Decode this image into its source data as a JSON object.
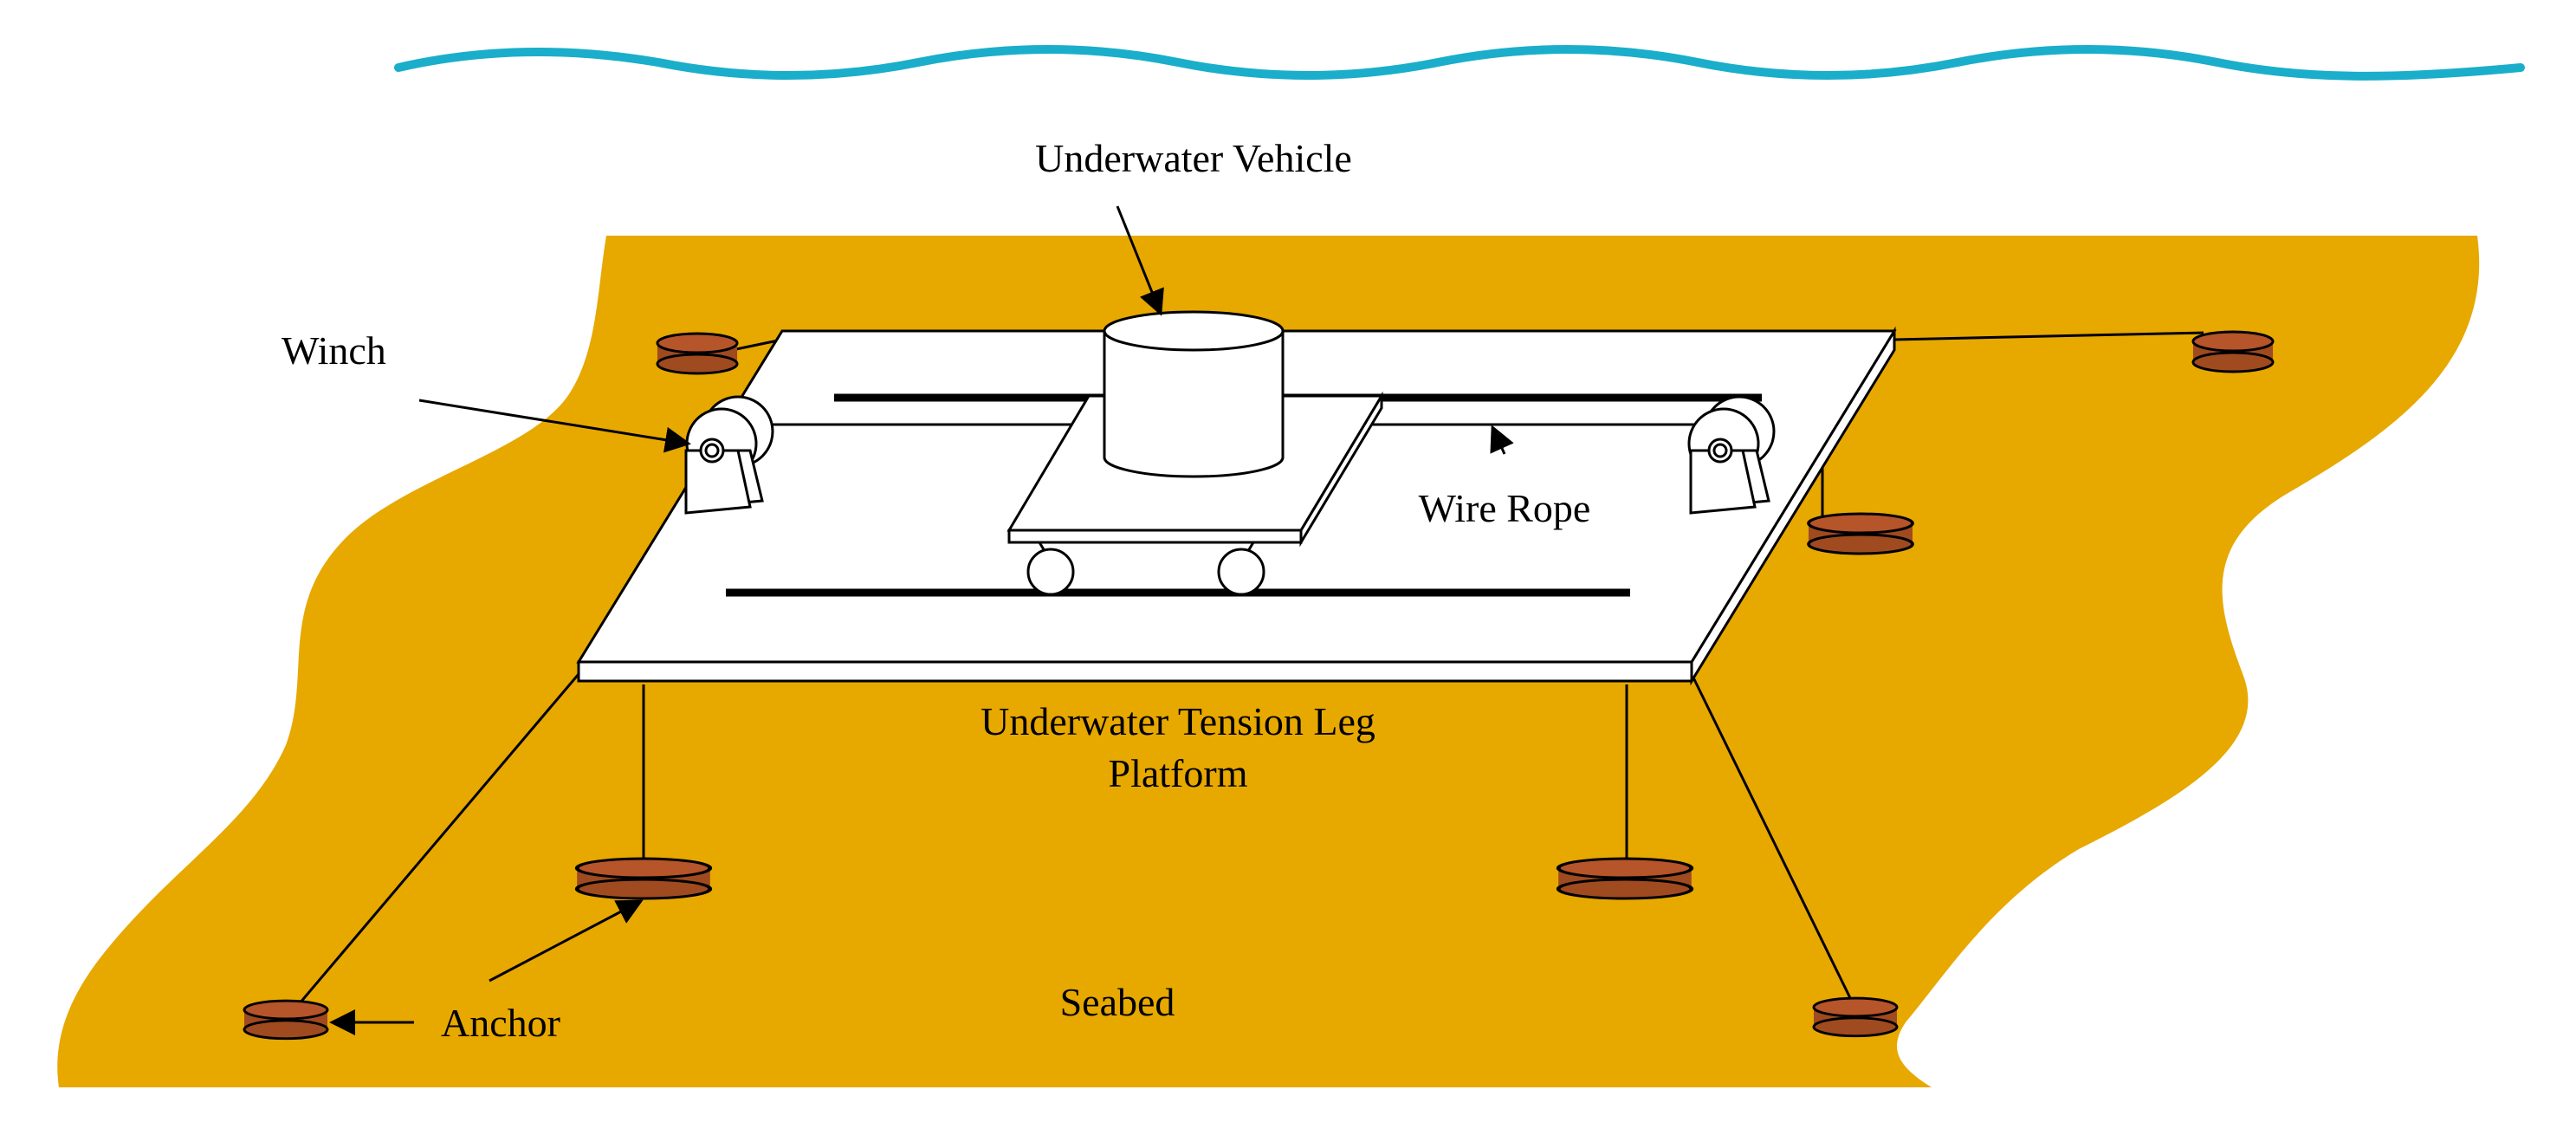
{
  "labels": {
    "underwater_vehicle": "Underwater Vehicle",
    "winch": "Winch",
    "wire_rope": "Wire Rope",
    "platform_line1": "Underwater Tension Leg",
    "platform_line2": "Platform",
    "anchor": "Anchor",
    "seabed": "Seabed"
  },
  "colors": {
    "water": "#1aaecb",
    "seabed": "#e7a800",
    "anchor_top": "#b6542a",
    "anchor_side": "#a04a20",
    "outline": "#000000",
    "platform": "#ffffff"
  }
}
